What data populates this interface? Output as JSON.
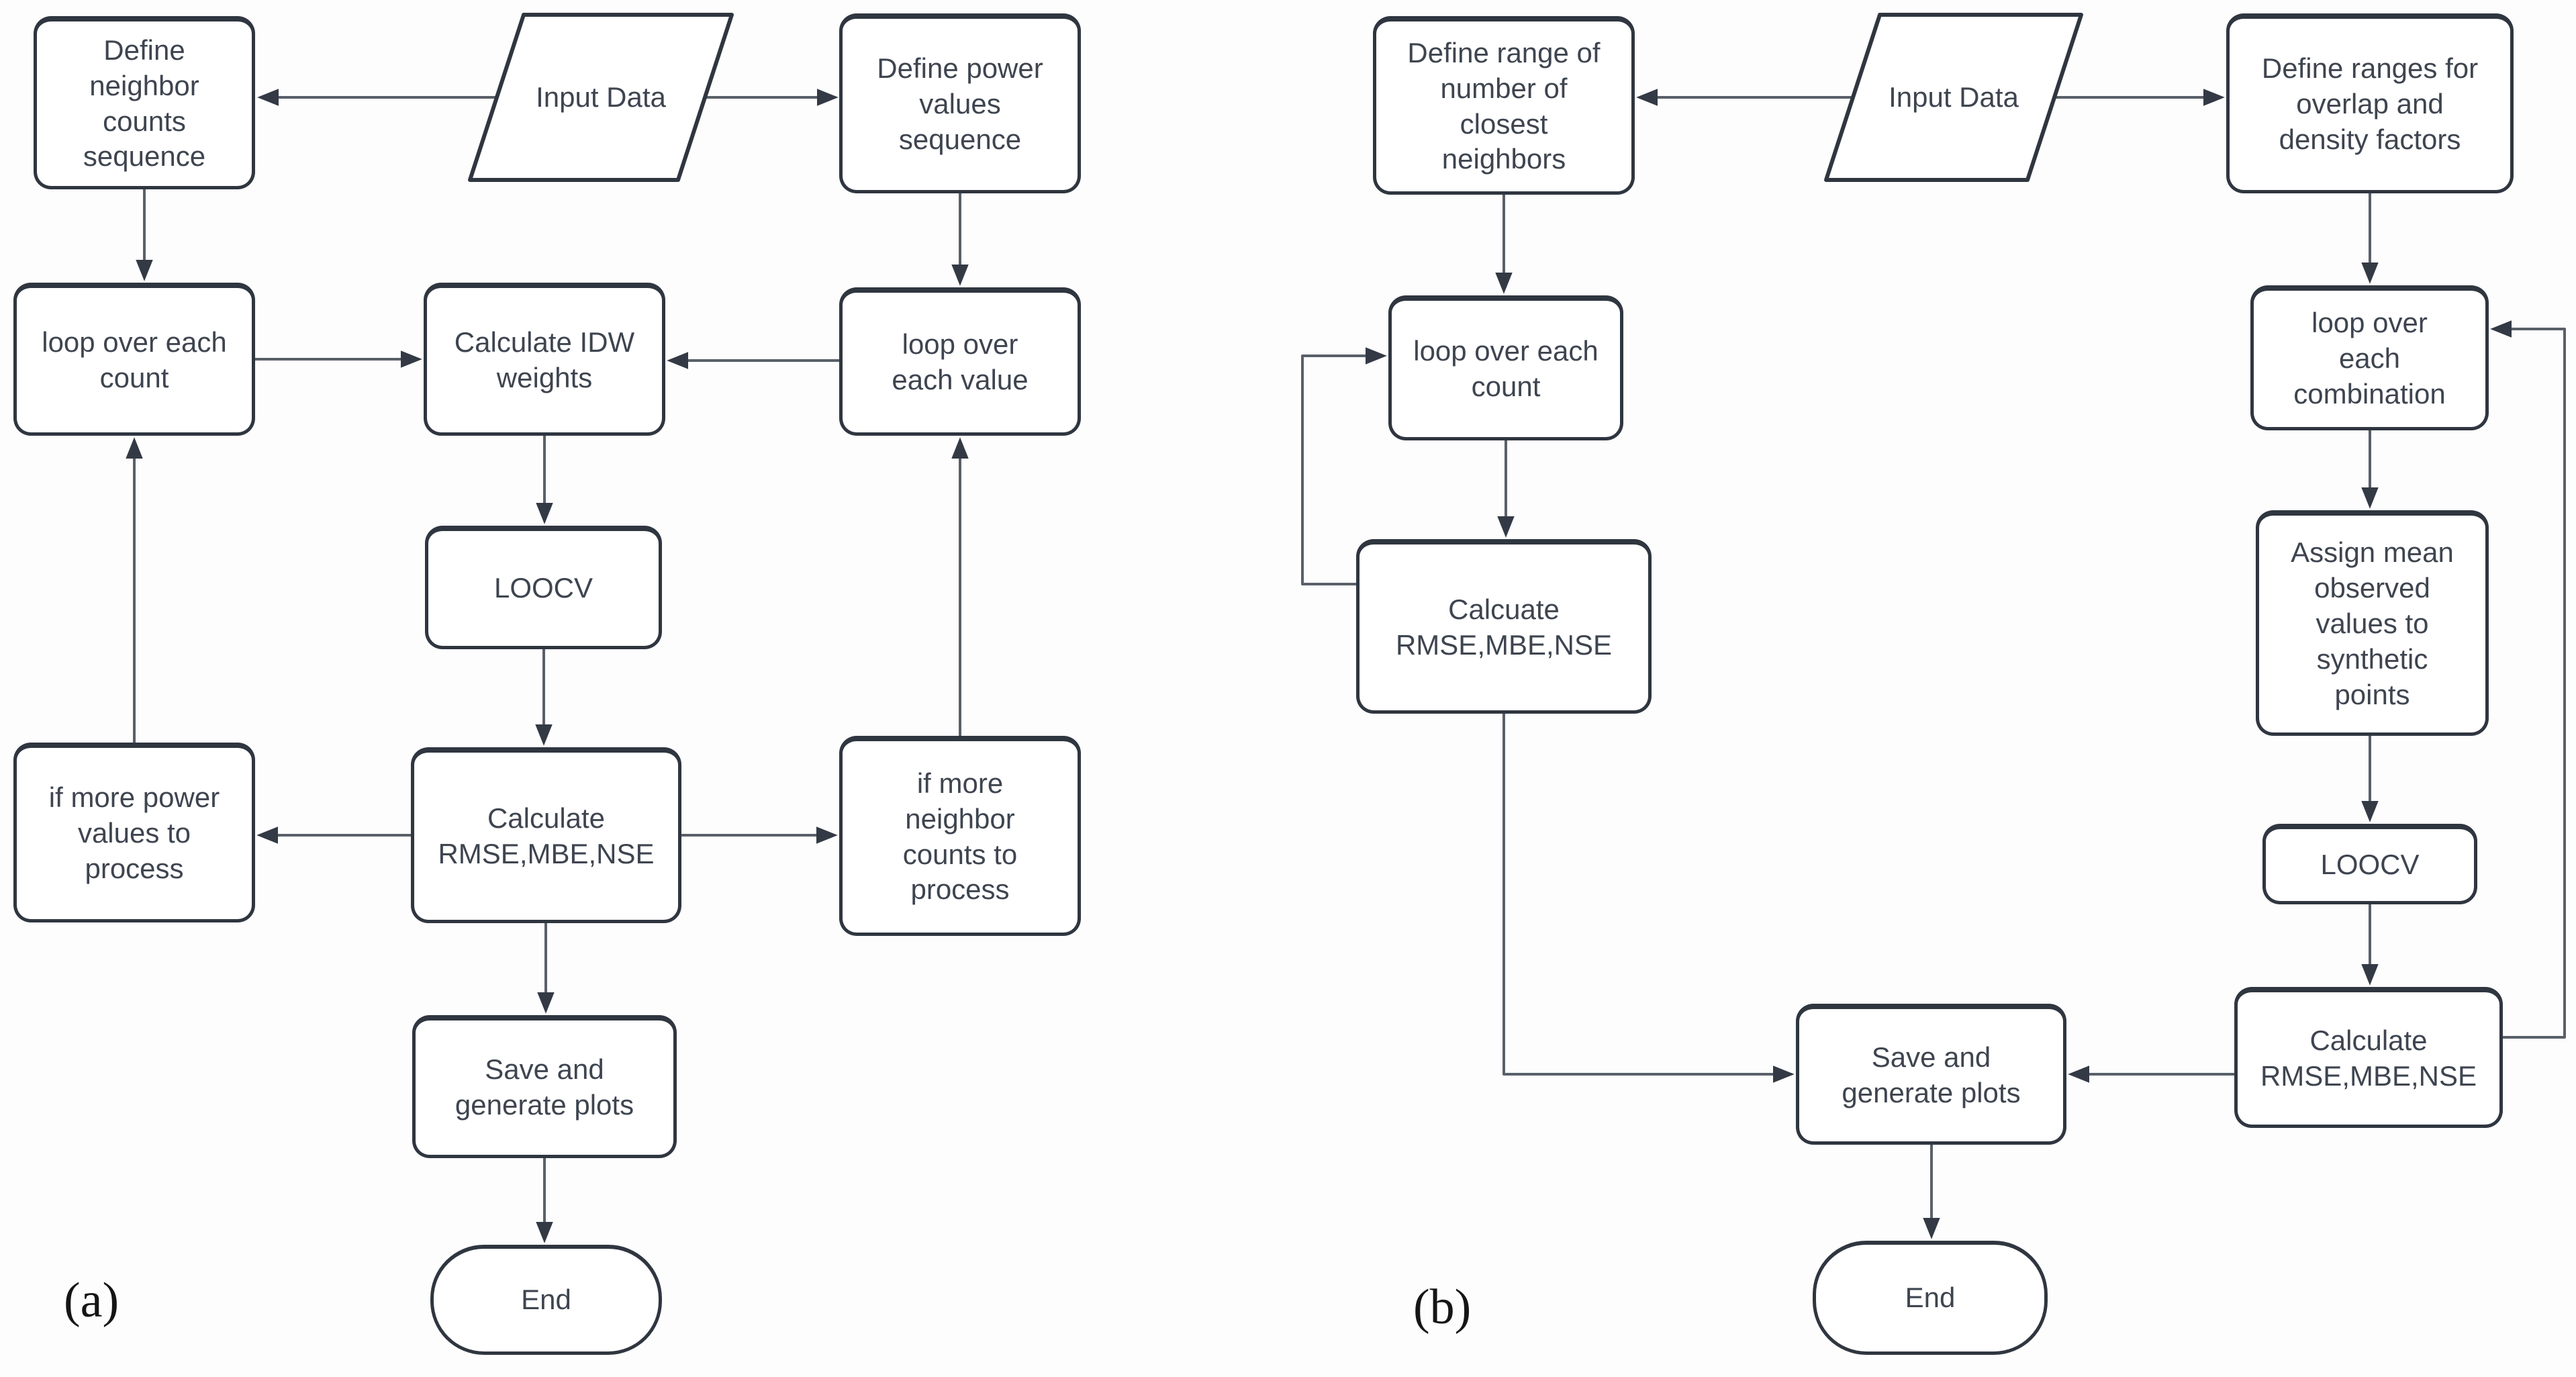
{
  "colors": {
    "page_bg": "#fdfdfe",
    "node_fill": "#ffffff",
    "node_border": "#2f3640",
    "node_text": "#3e4550",
    "connector": "#596069",
    "arrowhead": "#333a45",
    "caption": "#151515"
  },
  "diagram": {
    "figure_type": "flowchart-pair",
    "charts": [
      {
        "caption": "(a)",
        "nodes": [
          {
            "id": "define-neighbor-counts-sequence",
            "shape": "process",
            "label": "Define neighbor counts sequence"
          },
          {
            "id": "input-data",
            "shape": "io",
            "label": "Input Data"
          },
          {
            "id": "define-power-values-sequence",
            "shape": "process",
            "label": "Define power values sequence"
          },
          {
            "id": "loop-over-each-count",
            "shape": "process",
            "label": "loop over each count"
          },
          {
            "id": "calculate-idw-weights",
            "shape": "process",
            "label": "Calculate IDW weights"
          },
          {
            "id": "loop-over-each-value",
            "shape": "process",
            "label": "loop over each value"
          },
          {
            "id": "loocv",
            "shape": "process",
            "label": "LOOCV"
          },
          {
            "id": "if-more-power-values-to-process",
            "shape": "process",
            "label": "if more power values to process"
          },
          {
            "id": "calculate-rmse-mbe-nse",
            "shape": "process",
            "label": "Calculate RMSE,MBE,NSE"
          },
          {
            "id": "if-more-neighbor-counts-to-process",
            "shape": "process",
            "label": "if more neighbor counts to process"
          },
          {
            "id": "save-and-generate-plots",
            "shape": "process",
            "label": "Save and generate plots"
          },
          {
            "id": "end",
            "shape": "terminator",
            "label": "End"
          }
        ],
        "edges": [
          {
            "from": "input-data",
            "to": "define-neighbor-counts-sequence"
          },
          {
            "from": "input-data",
            "to": "define-power-values-sequence"
          },
          {
            "from": "define-neighbor-counts-sequence",
            "to": "loop-over-each-count"
          },
          {
            "from": "define-power-values-sequence",
            "to": "loop-over-each-value"
          },
          {
            "from": "loop-over-each-count",
            "to": "calculate-idw-weights"
          },
          {
            "from": "loop-over-each-value",
            "to": "calculate-idw-weights"
          },
          {
            "from": "calculate-idw-weights",
            "to": "loocv"
          },
          {
            "from": "loocv",
            "to": "calculate-rmse-mbe-nse"
          },
          {
            "from": "calculate-rmse-mbe-nse",
            "to": "if-more-power-values-to-process"
          },
          {
            "from": "calculate-rmse-mbe-nse",
            "to": "if-more-neighbor-counts-to-process"
          },
          {
            "from": "if-more-power-values-to-process",
            "to": "loop-over-each-count"
          },
          {
            "from": "if-more-neighbor-counts-to-process",
            "to": "loop-over-each-value"
          },
          {
            "from": "calculate-rmse-mbe-nse",
            "to": "save-and-generate-plots"
          },
          {
            "from": "save-and-generate-plots",
            "to": "end"
          }
        ]
      },
      {
        "caption": "(b)",
        "nodes": [
          {
            "id": "define-range-of-number-of-closest-neighbors",
            "shape": "process",
            "label": "Define range of number of closest neighbors"
          },
          {
            "id": "input-data",
            "shape": "io",
            "label": "Input Data"
          },
          {
            "id": "define-ranges-for-overlap-and-density-factors",
            "shape": "process",
            "label": "Define ranges for overlap and density factors"
          },
          {
            "id": "loop-over-each-count",
            "shape": "process",
            "label": "loop over each count"
          },
          {
            "id": "loop-over-each-combination",
            "shape": "process",
            "label": "loop over each combination"
          },
          {
            "id": "calcuate-rmse-mbe-nse",
            "shape": "process",
            "label": "Calcuate RMSE,MBE,NSE"
          },
          {
            "id": "assign-mean-observed-values-to-synthetic-points",
            "shape": "process",
            "label": "Assign mean observed values to synthetic points"
          },
          {
            "id": "loocv",
            "shape": "process",
            "label": "LOOCV"
          },
          {
            "id": "calculate-rmse-mbe-nse",
            "shape": "process",
            "label": "Calculate RMSE,MBE,NSE"
          },
          {
            "id": "save-and-generate-plots",
            "shape": "process",
            "label": "Save and generate plots"
          },
          {
            "id": "end",
            "shape": "terminator",
            "label": "End"
          }
        ],
        "edges": [
          {
            "from": "input-data",
            "to": "define-range-of-number-of-closest-neighbors"
          },
          {
            "from": "input-data",
            "to": "define-ranges-for-overlap-and-density-factors"
          },
          {
            "from": "define-range-of-number-of-closest-neighbors",
            "to": "loop-over-each-count"
          },
          {
            "from": "define-ranges-for-overlap-and-density-factors",
            "to": "loop-over-each-combination"
          },
          {
            "from": "loop-over-each-count",
            "to": "calcuate-rmse-mbe-nse"
          },
          {
            "from": "calcuate-rmse-mbe-nse",
            "to": "loop-over-each-count"
          },
          {
            "from": "loop-over-each-combination",
            "to": "assign-mean-observed-values-to-synthetic-points"
          },
          {
            "from": "assign-mean-observed-values-to-synthetic-points",
            "to": "loocv"
          },
          {
            "from": "loocv",
            "to": "calculate-rmse-mbe-nse"
          },
          {
            "from": "calculate-rmse-mbe-nse",
            "to": "loop-over-each-combination"
          },
          {
            "from": "calcuate-rmse-mbe-nse",
            "to": "save-and-generate-plots"
          },
          {
            "from": "calculate-rmse-mbe-nse",
            "to": "save-and-generate-plots"
          },
          {
            "from": "save-and-generate-plots",
            "to": "end"
          }
        ]
      }
    ]
  }
}
